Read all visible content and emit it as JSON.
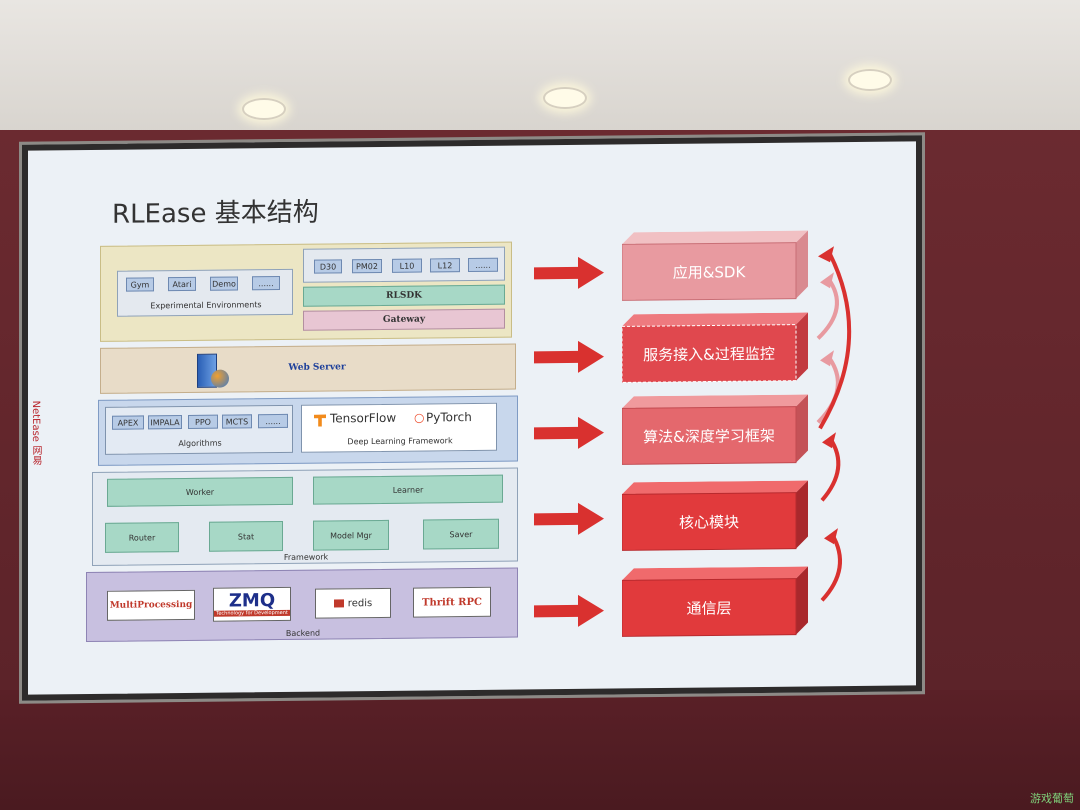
{
  "slide": {
    "title": "RLEase 基本结构",
    "logo": "NetEase 网易"
  },
  "layers": {
    "app": {
      "env_items": [
        "Gym",
        "Atari",
        "Demo",
        "......"
      ],
      "env_caption": "Experimental Environments",
      "sdk_items": [
        "D30",
        "PM02",
        "L10",
        "L12",
        "......"
      ],
      "rlsdk": "RLSDK",
      "gateway": "Gateway"
    },
    "service": {
      "web_server": "Web Server"
    },
    "algo": {
      "algo_items": [
        "APEX",
        "IMPALA",
        "PPO",
        "MCTS",
        "......"
      ],
      "algo_caption": "Algorithms",
      "tensorflow": "TensorFlow",
      "pytorch": "PyTorch",
      "dl_caption": "Deep Learning Framework"
    },
    "framework": {
      "worker": "Worker",
      "learner": "Learner",
      "router": "Router",
      "stat": "Stat",
      "model_mgr": "Model Mgr",
      "saver": "Saver",
      "caption": "Framework"
    },
    "backend": {
      "multiprocessing": "MultiProcessing",
      "zmq": "ZMQ",
      "zmq_sub": "Technology for Development",
      "redis": "redis",
      "thrift": "Thrift RPC",
      "caption": "Backend"
    }
  },
  "right_blocks": [
    "应用&SDK",
    "服务接入&过程监控",
    "算法&深度学习框架",
    "核心模块",
    "通信层"
  ],
  "colors": {
    "block_red": "#e13a3c",
    "block_pink": "#e89aa0",
    "arrow_red": "#d9312f"
  },
  "watermark": "游戏葡萄"
}
